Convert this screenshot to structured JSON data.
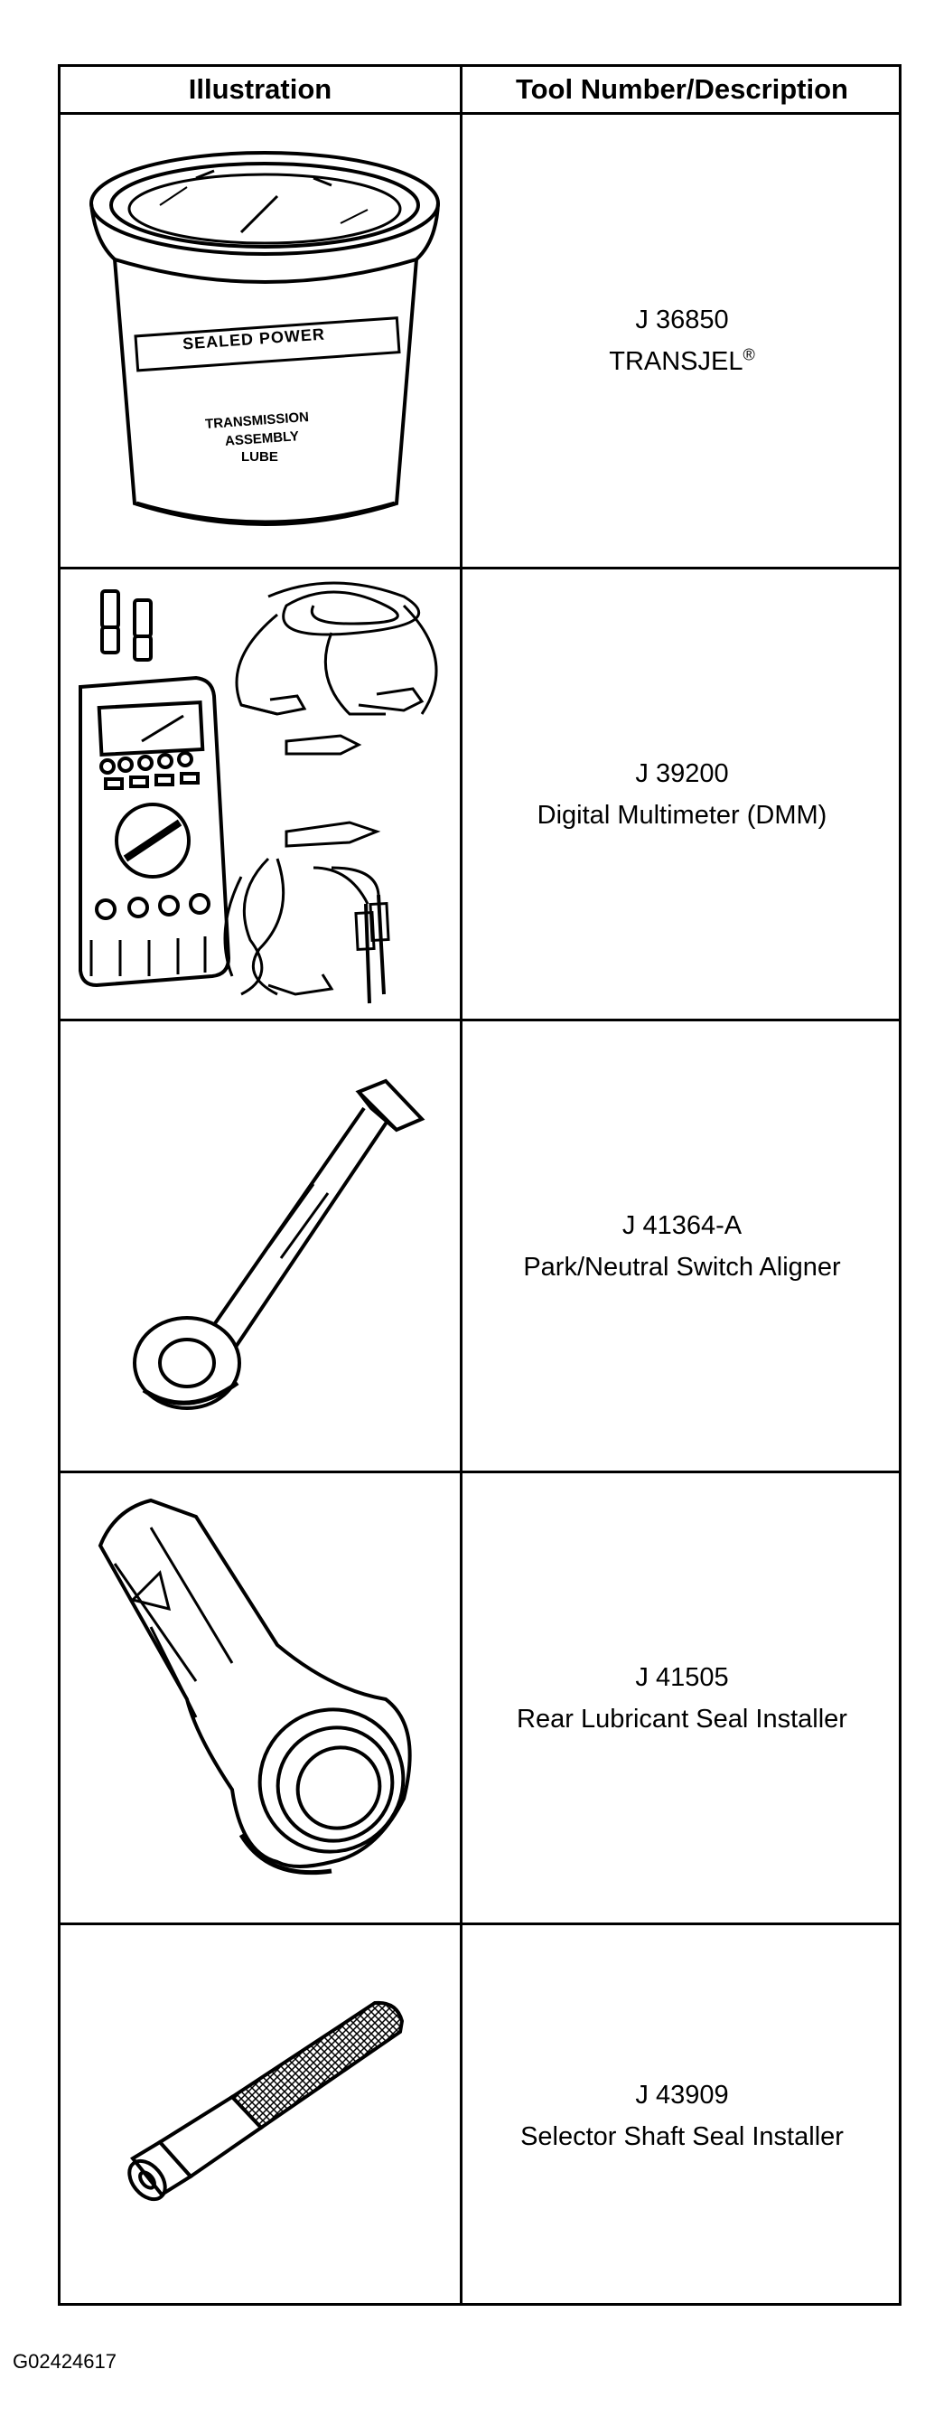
{
  "header": {
    "illustration": "Illustration",
    "tool": "Tool Number/Description"
  },
  "tools": [
    {
      "number": "J 36850",
      "description": "TRANSJEL",
      "superscript": "®",
      "icon": "transjel-tub-icon",
      "label_lines": [
        "SEALED POWER",
        "TRANSMISSION",
        "ASSEMBLY",
        "LUBE"
      ]
    },
    {
      "number": "J 39200",
      "description": "Digital Multimeter (DMM)",
      "icon": "multimeter-kit-icon"
    },
    {
      "number": "J 41364-A",
      "description": "Park/Neutral Switch Aligner",
      "icon": "switch-aligner-icon"
    },
    {
      "number": "J 41505",
      "description": "Rear Lubricant Seal Installer",
      "icon": "seal-installer-icon"
    },
    {
      "number": "J 43909",
      "description": "Selector Shaft Seal Installer",
      "icon": "shaft-seal-installer-icon"
    }
  ],
  "footer": {
    "code": "G02424617"
  }
}
